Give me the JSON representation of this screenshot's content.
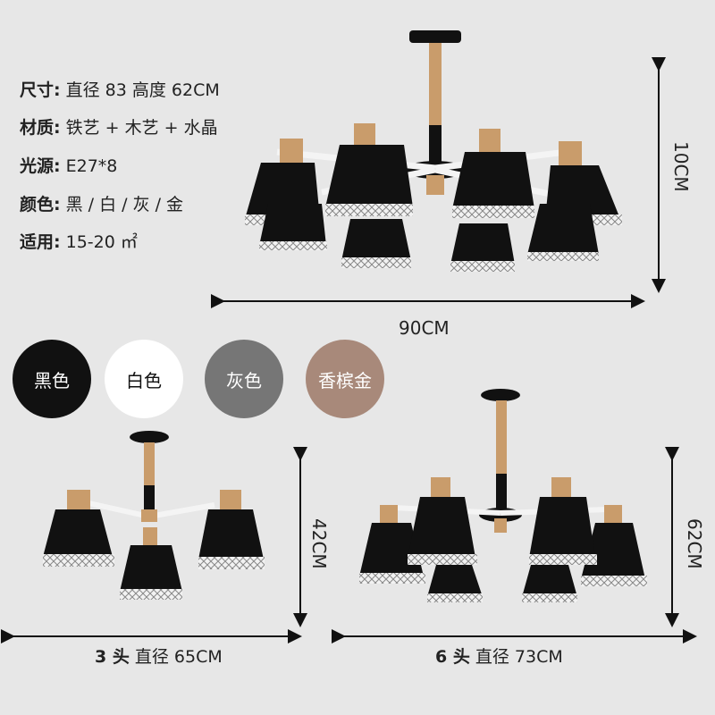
{
  "specs": [
    {
      "label": "尺寸:",
      "value": "直径 83 高度 62CM"
    },
    {
      "label": "材质:",
      "value": "铁艺 + 木艺 + 水晶"
    },
    {
      "label": "光源:",
      "value": "E27*8"
    },
    {
      "label": "颜色:",
      "value": "黑 / 白 / 灰 / 金"
    },
    {
      "label": "适用:",
      "value": "15-20 ㎡"
    }
  ],
  "main_dims": {
    "width": "90CM",
    "height": "10CM"
  },
  "swatches": [
    {
      "label": "黑色",
      "color": "#111111",
      "text_color": "#ffffff"
    },
    {
      "label": "白色",
      "color": "#ffffff",
      "text_color": "#111111"
    },
    {
      "label": "灰色",
      "color": "#767676",
      "text_color": "#ffffff"
    },
    {
      "label": "香槟金",
      "color": "#a8897a",
      "text_color": "#ffffff"
    }
  ],
  "small_lamp": {
    "height": "42CM",
    "caption_bold": "3 头",
    "caption_rest": "直径 65CM"
  },
  "medium_lamp": {
    "height": "62CM",
    "caption_bold": "6 头",
    "caption_rest": "直径 73CM"
  }
}
